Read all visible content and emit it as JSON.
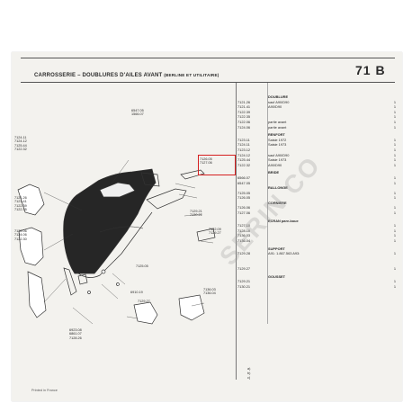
{
  "header": {
    "title_prefix": "CARROSSERIE",
    "title_main": " – DOUBLURES D'AILES AVANT",
    "title_sub": "(BERLINE ET UTILITAIRE)",
    "page_number": "71 B"
  },
  "callouts": {
    "left_group_1": [
      "7124.11",
      "7124.12",
      "7125.44",
      "7122.32"
    ],
    "left_group_2": [
      "7121.26",
      "7121.41",
      "7122.39",
      "7122.35"
    ],
    "left_group_3": [
      "7122.06",
      "7124.06",
      "7122.30"
    ],
    "mid_top": [
      "6547.05",
      "1566.07"
    ],
    "highlighted": [
      "7126.05",
      "7127.06"
    ],
    "mid_lower": [
      "7129.21",
      "7130.21"
    ],
    "mid_right": [
      "7122.09",
      "7129.27"
    ],
    "bottom_right": [
      "7136.03",
      "7136.04"
    ],
    "center": [
      "7125.05",
      "6910.19",
      "7129.27"
    ],
    "bottom_left": [
      "6923.08",
      "6861.07",
      "7128.26"
    ]
  },
  "parts": {
    "doublure_title": "DOUBLURE",
    "renfort_title": "RENFORT",
    "bride_title": "BRIDE",
    "rallonge_title": "RALLONGE",
    "corniere_title": "CORNIERE",
    "ecran_title": "ECRAN pare-boue",
    "support_title": "SUPPORT",
    "gousset_title": "GOUSSET",
    "rows": [
      {
        "ref": "7121.26",
        "desc": "sauf A90/D90",
        "qty": "1"
      },
      {
        "ref": "7121.41",
        "desc": "A90/D90",
        "qty": "1"
      },
      {
        "ref": "7122.39",
        "desc": "",
        "qty": "1"
      },
      {
        "ref": "7122.35",
        "desc": "",
        "qty": "1"
      },
      {
        "ref": "7122.06",
        "desc": "partie avant",
        "qty": "1"
      },
      {
        "ref": "7124.06",
        "desc": "partie avant",
        "qty": "1"
      },
      {
        "ref": "",
        "desc": "",
        "qty": ""
      },
      {
        "ref": "7123.11",
        "desc": "Saisie 1972",
        "qty": "1"
      },
      {
        "ref": "7124.11",
        "desc": "Saisie 1973",
        "qty": "1"
      },
      {
        "ref": "7123.12",
        "desc": "",
        "qty": "1"
      },
      {
        "ref": "7124.12",
        "desc": "sauf A90/D90",
        "qty": "1"
      },
      {
        "ref": "7125.44",
        "desc": "Saisie 1973",
        "qty": "1"
      },
      {
        "ref": "7122.32",
        "desc": "A90/D90",
        "qty": "1"
      },
      {
        "ref": "6566.07",
        "desc": "",
        "qty": "1"
      },
      {
        "ref": "6547.05",
        "desc": "",
        "qty": "1"
      },
      {
        "ref": "7125.05",
        "desc": "",
        "qty": "1"
      },
      {
        "ref": "7126.05",
        "desc": "",
        "qty": "1"
      },
      {
        "ref": "7126.06",
        "desc": "",
        "qty": "1"
      },
      {
        "ref": "7127.06",
        "desc": "",
        "qty": "1"
      },
      {
        "ref": "7127.10",
        "desc": "",
        "qty": "1"
      },
      {
        "ref": "7128.10",
        "desc": "",
        "qty": "1"
      },
      {
        "ref": "7136.03",
        "desc": "",
        "qty": "1"
      },
      {
        "ref": "7136.04",
        "desc": "",
        "qty": "1"
      },
      {
        "ref": "7129.28",
        "desc": "A91: 1.867.563 A93:",
        "qty": "1"
      },
      {
        "ref": "",
        "desc": "",
        "qty": ""
      },
      {
        "ref": "",
        "desc": "",
        "qty": ""
      },
      {
        "ref": "7129.27",
        "desc": "",
        "qty": "1"
      },
      {
        "ref": "7129.21",
        "desc": "",
        "qty": "1"
      },
      {
        "ref": "7130.21",
        "desc": "",
        "qty": "1"
      }
    ],
    "notes": [
      "a)",
      "b)",
      "c)"
    ]
  },
  "footer": {
    "left": "Printed in France",
    "right": ""
  },
  "watermark": "SERIN CO",
  "colors": {
    "highlight_box": "#d52020",
    "ink": "#2a2a2a"
  }
}
